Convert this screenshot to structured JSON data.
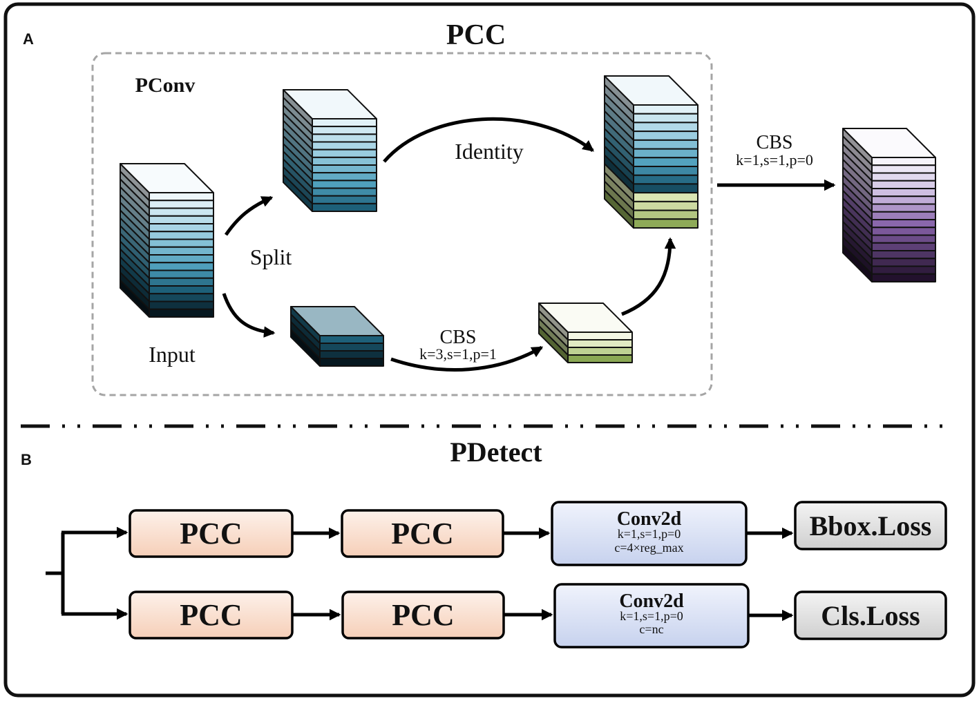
{
  "panel_a": {
    "letter": "A",
    "title": "PCC",
    "group_label": "PConv",
    "labels": {
      "input": "Input",
      "split": "Split",
      "identity": "Identity",
      "cbs_conv": "CBS",
      "cbs_conv_params": "k=3,s=1,p=1",
      "cbs_out": "CBS",
      "cbs_out_params": "k=1,s=1,p=0"
    }
  },
  "panel_b": {
    "letter": "B",
    "title": "PDetect",
    "top_row": {
      "pcc1": "PCC",
      "pcc2": "PCC",
      "conv_title": "Conv2d",
      "conv_params": "k=1,s=1,p=0",
      "conv_channels": "c=4×reg_max",
      "loss": "Bbox.Loss"
    },
    "bottom_row": {
      "pcc1": "PCC",
      "pcc2": "PCC",
      "conv_title": "Conv2d",
      "conv_params": "k=1,s=1,p=0",
      "conv_channels": "c=nc",
      "loss": "Cls.Loss"
    }
  },
  "colors": {
    "pcc_box_top": "#fdf1ea",
    "pcc_box_bottom": "#f6cfb8",
    "conv_box_top": "#f0f3fc",
    "conv_box_bottom": "#c7d2ee",
    "loss_box_top": "#f4f4f4",
    "loss_box_bottom": "#cfcfcf"
  }
}
